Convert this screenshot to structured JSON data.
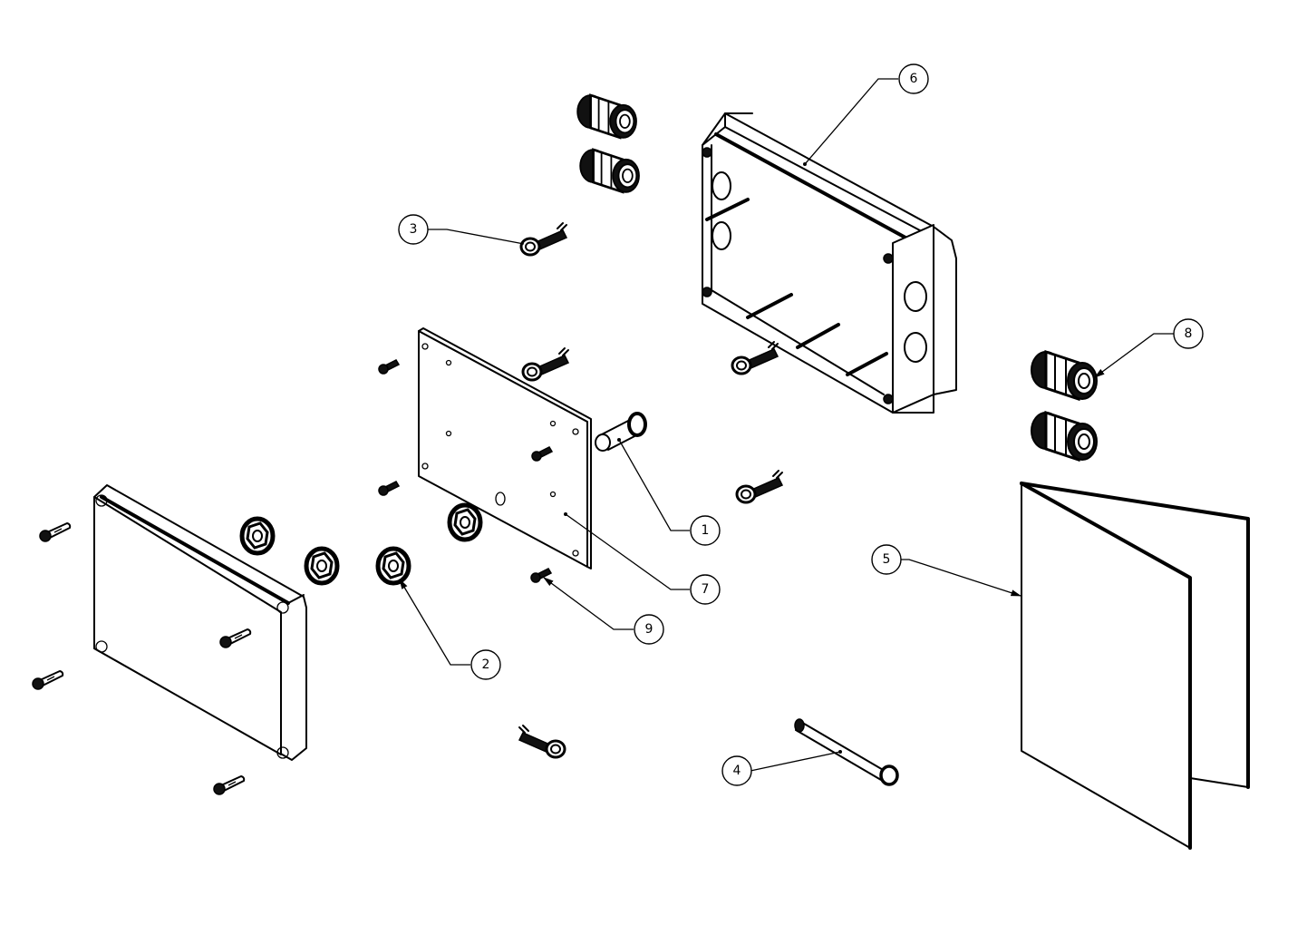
{
  "drawing": {
    "type": "exploded-assembly-view",
    "background": "#ffffff",
    "line_color": "#000000"
  },
  "balloons": [
    {
      "item": "1",
      "part": "pin-bushing"
    },
    {
      "item": "2",
      "part": "flange-nut"
    },
    {
      "item": "3",
      "part": "hex-bolt"
    },
    {
      "item": "4",
      "part": "cotter-rod"
    },
    {
      "item": "5",
      "part": "instruction-leaflet"
    },
    {
      "item": "6",
      "part": "enclosure-base"
    },
    {
      "item": "7",
      "part": "mounting-plate"
    },
    {
      "item": "8",
      "part": "cable-gland"
    },
    {
      "item": "9",
      "part": "machine-screw"
    }
  ]
}
